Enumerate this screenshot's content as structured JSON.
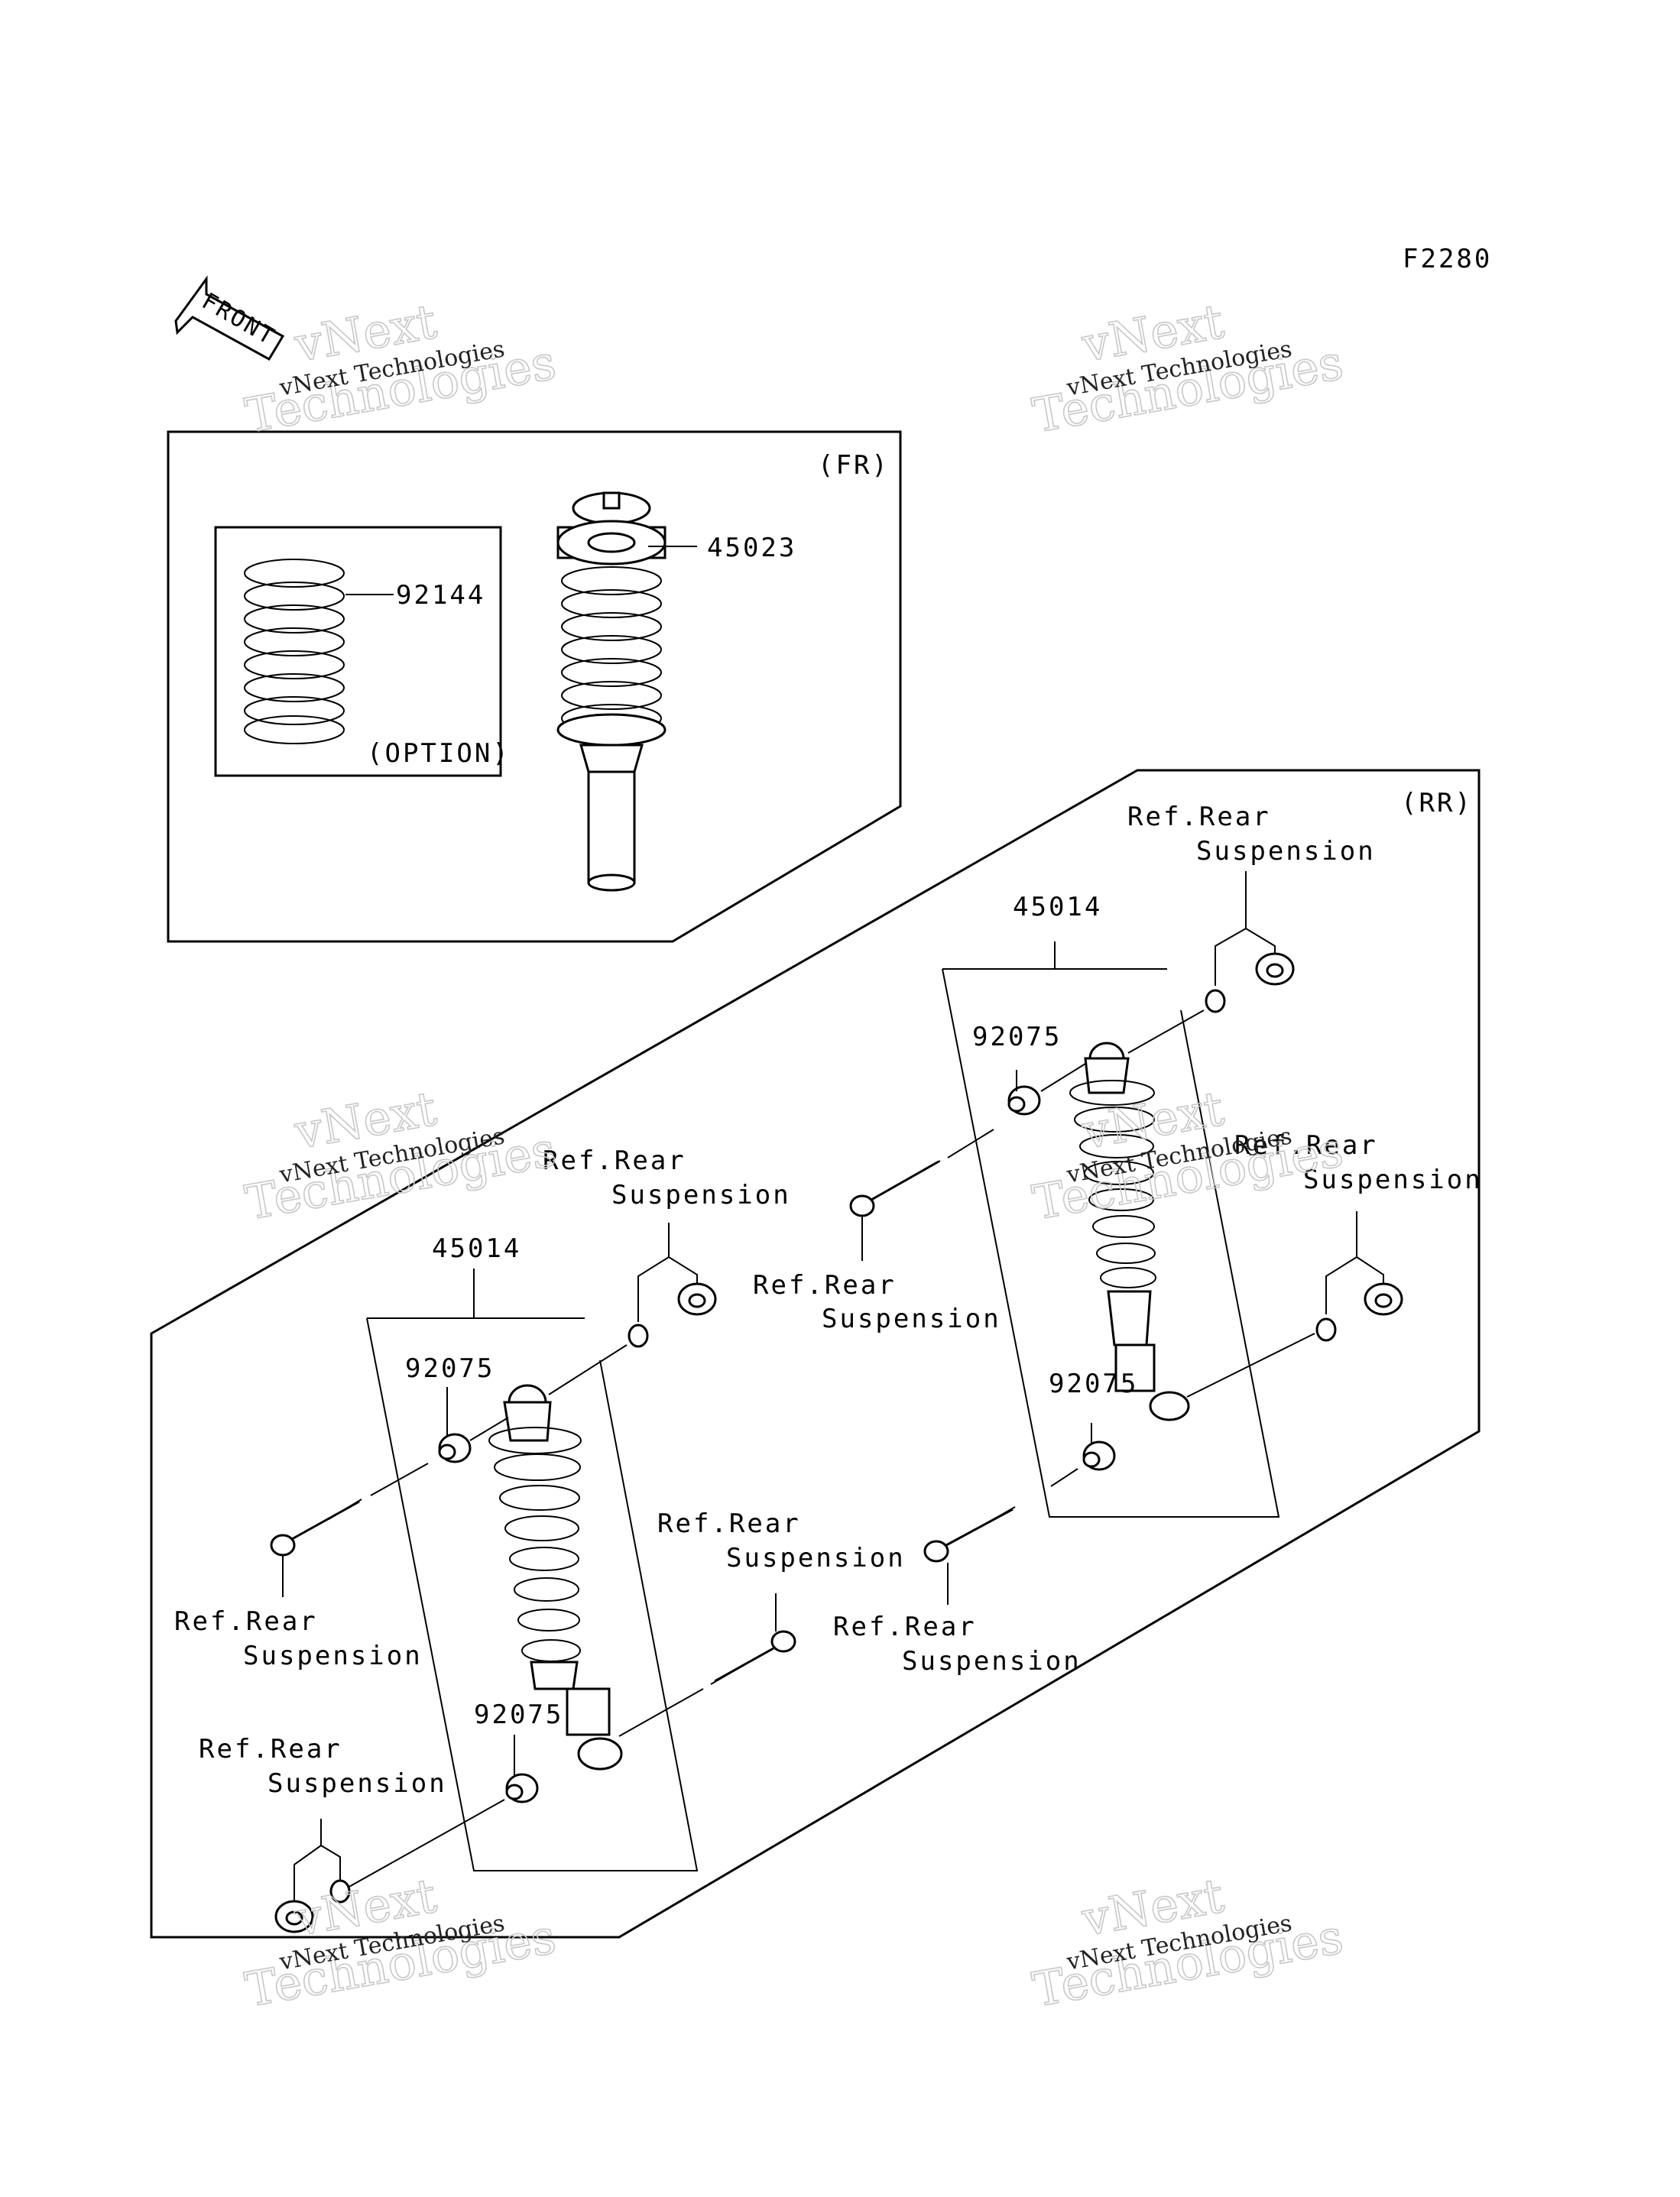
{
  "diagram_code": "F2280",
  "front_arrow_label": "FRONT",
  "groups": {
    "front": {
      "label": "(FR)"
    },
    "rear": {
      "label": "(RR)"
    },
    "option": {
      "label": "(OPTION)"
    }
  },
  "part_numbers": {
    "spring_option": "92144",
    "front_shock": "45023",
    "rear_shock": "45014",
    "bushing": "92075"
  },
  "reference_label": {
    "line1": "Ref.Rear",
    "line2": "Suspension"
  },
  "watermark": {
    "line1": "vNext Technologies",
    "big_line1": "vNext",
    "big_line2": "Technologies"
  },
  "colors": {
    "ink": "#000000",
    "watermark": "#c8c8c8",
    "background": "#ffffff"
  }
}
